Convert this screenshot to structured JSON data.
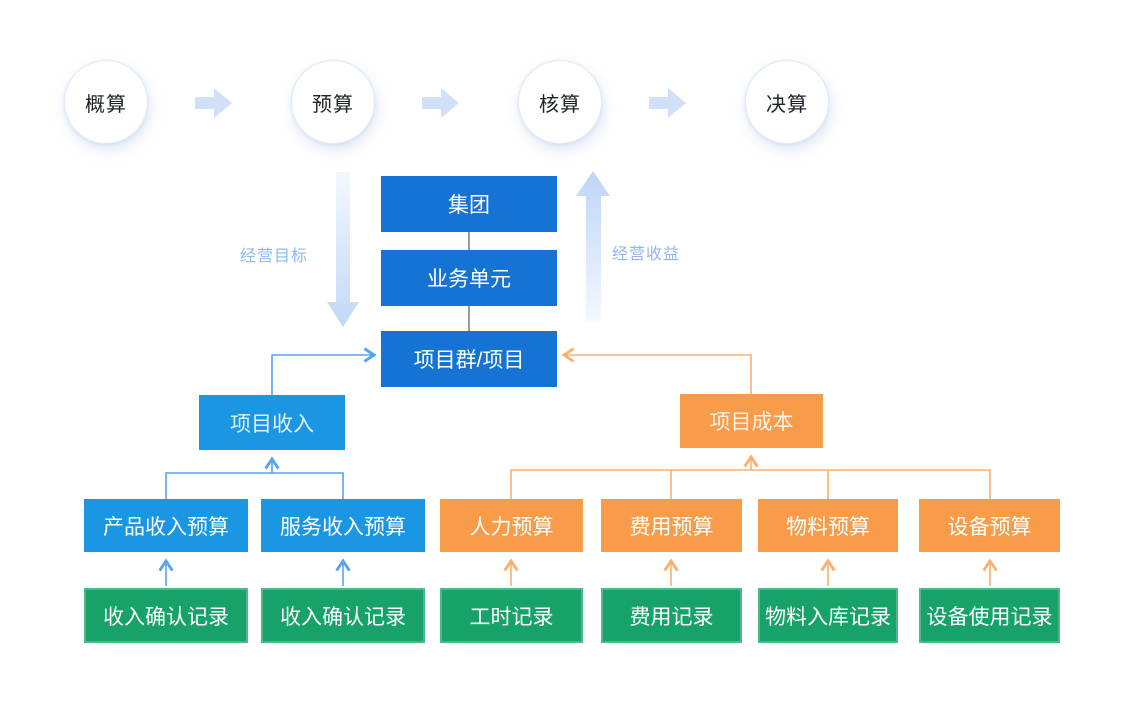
{
  "stages": [
    {
      "label": "概算"
    },
    {
      "label": "预算"
    },
    {
      "label": "核算"
    },
    {
      "label": "决算"
    }
  ],
  "flow_labels": {
    "goal": "经营目标",
    "benefit": "经营收益"
  },
  "org_stack": [
    {
      "label": "集团"
    },
    {
      "label": "业务单元"
    },
    {
      "label": "项目群/项目"
    }
  ],
  "income": {
    "parent": "项目收入",
    "budgets": [
      "产品收入预算",
      "服务收入预算"
    ],
    "records": [
      "收入确认记录",
      "收入确认记录"
    ]
  },
  "cost": {
    "parent": "项目成本",
    "budgets": [
      "人力预算",
      "费用预算",
      "物料预算",
      "设备预算"
    ],
    "records": [
      "工时记录",
      "费用记录",
      "物料入库记录",
      "设备使用记录"
    ]
  },
  "icons": {
    "stage_connector": "block-right-arrow",
    "goal_flow": "big-down-arrow",
    "benefit_flow": "big-up-arrow"
  },
  "colors": {
    "stack_blue": "#1573d3",
    "income_blue": "#1b96e2",
    "cost_orange": "#f89c4a",
    "record_green": "#17a26a",
    "line_blue": "#55a4f0",
    "line_orange": "#f9b170",
    "label_blue": "#8fb8f1",
    "stage_arrow_blue": "#cfe0f8",
    "connector_gray": "#9a9a9a"
  }
}
